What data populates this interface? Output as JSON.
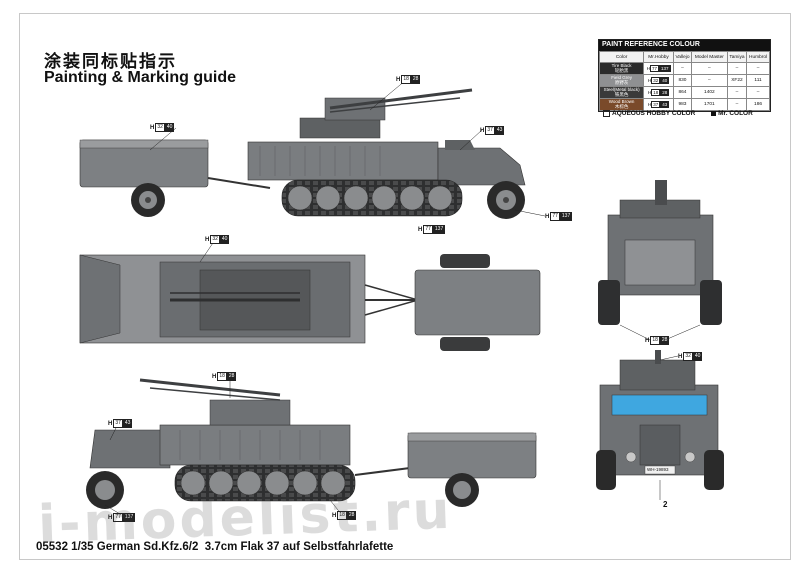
{
  "header": {
    "title_zh": "涂装同标贴指示",
    "title_en": "Painting & Marking guide"
  },
  "footer": {
    "text": "05532 1/35 German Sd.Kfz.6/2  3.7cm Flak 37 auf Selbstfahrlafette"
  },
  "watermark": "i-modelist.ru",
  "paint_reference": {
    "title": "PAINT REFERENCE COLOUR",
    "columns": [
      "Color",
      "Mr.Hobby",
      "Vallejo",
      "Model Master",
      "Tamiya",
      "Humbrol"
    ],
    "rows": [
      {
        "swatch": "#2b2b2b",
        "name": "Tire Black",
        "name_zh": "轮胎黑",
        "hobby": "77",
        "hobby_mark": "137",
        "vallejo": "–",
        "model_master": "–",
        "tamiya": "–",
        "humbrol": "–"
      },
      {
        "swatch": "#8f9092",
        "name": "Field Grey",
        "name_zh": "原野灰",
        "hobby": "32",
        "hobby_mark": "40",
        "vallejo": "830",
        "model_master": "–",
        "tamiya": "XF22",
        "humbrol": "111"
      },
      {
        "swatch": "#3a3a3a",
        "name": "Steel(Metal black)",
        "name_zh": "铁黑色",
        "hobby": "18",
        "hobby_mark": "28",
        "vallejo": "864",
        "model_master": "1402",
        "tamiya": "–",
        "humbrol": "–"
      },
      {
        "swatch": "#7a4a2a",
        "name": "Wood Brown",
        "name_zh": "木棕色",
        "hobby": "37",
        "hobby_mark": "43",
        "vallejo": "983",
        "model_master": "1701",
        "tamiya": "–",
        "humbrol": "186"
      }
    ],
    "legend_hobby": "AQUEOUS HOBBY COLOR",
    "legend_mr": "Mr. COLOR"
  },
  "callouts": [
    {
      "a": "18",
      "b": "28"
    },
    {
      "a": "32",
      "b": "40"
    },
    {
      "a": "37",
      "b": "43"
    },
    {
      "a": "77",
      "b": "137"
    },
    {
      "a": "77",
      "b": "137"
    },
    {
      "a": "32",
      "b": "40"
    },
    {
      "a": "18",
      "b": "28"
    },
    {
      "a": "32",
      "b": "40"
    },
    {
      "a": "18",
      "b": "28"
    },
    {
      "a": "37",
      "b": "43"
    },
    {
      "a": "77",
      "b": "137"
    },
    {
      "a": "18",
      "b": "28"
    }
  ],
  "plate_text": "WH-19893",
  "figure_label": "2",
  "colors": {
    "vehicle_grey": "#6e7174",
    "vehicle_light": "#9a9c9e",
    "vehicle_dark": "#3d3f41",
    "tire": "#2a2a2a",
    "trailer_grey": "#7d8083",
    "windscreen": "#3fa7e0"
  }
}
